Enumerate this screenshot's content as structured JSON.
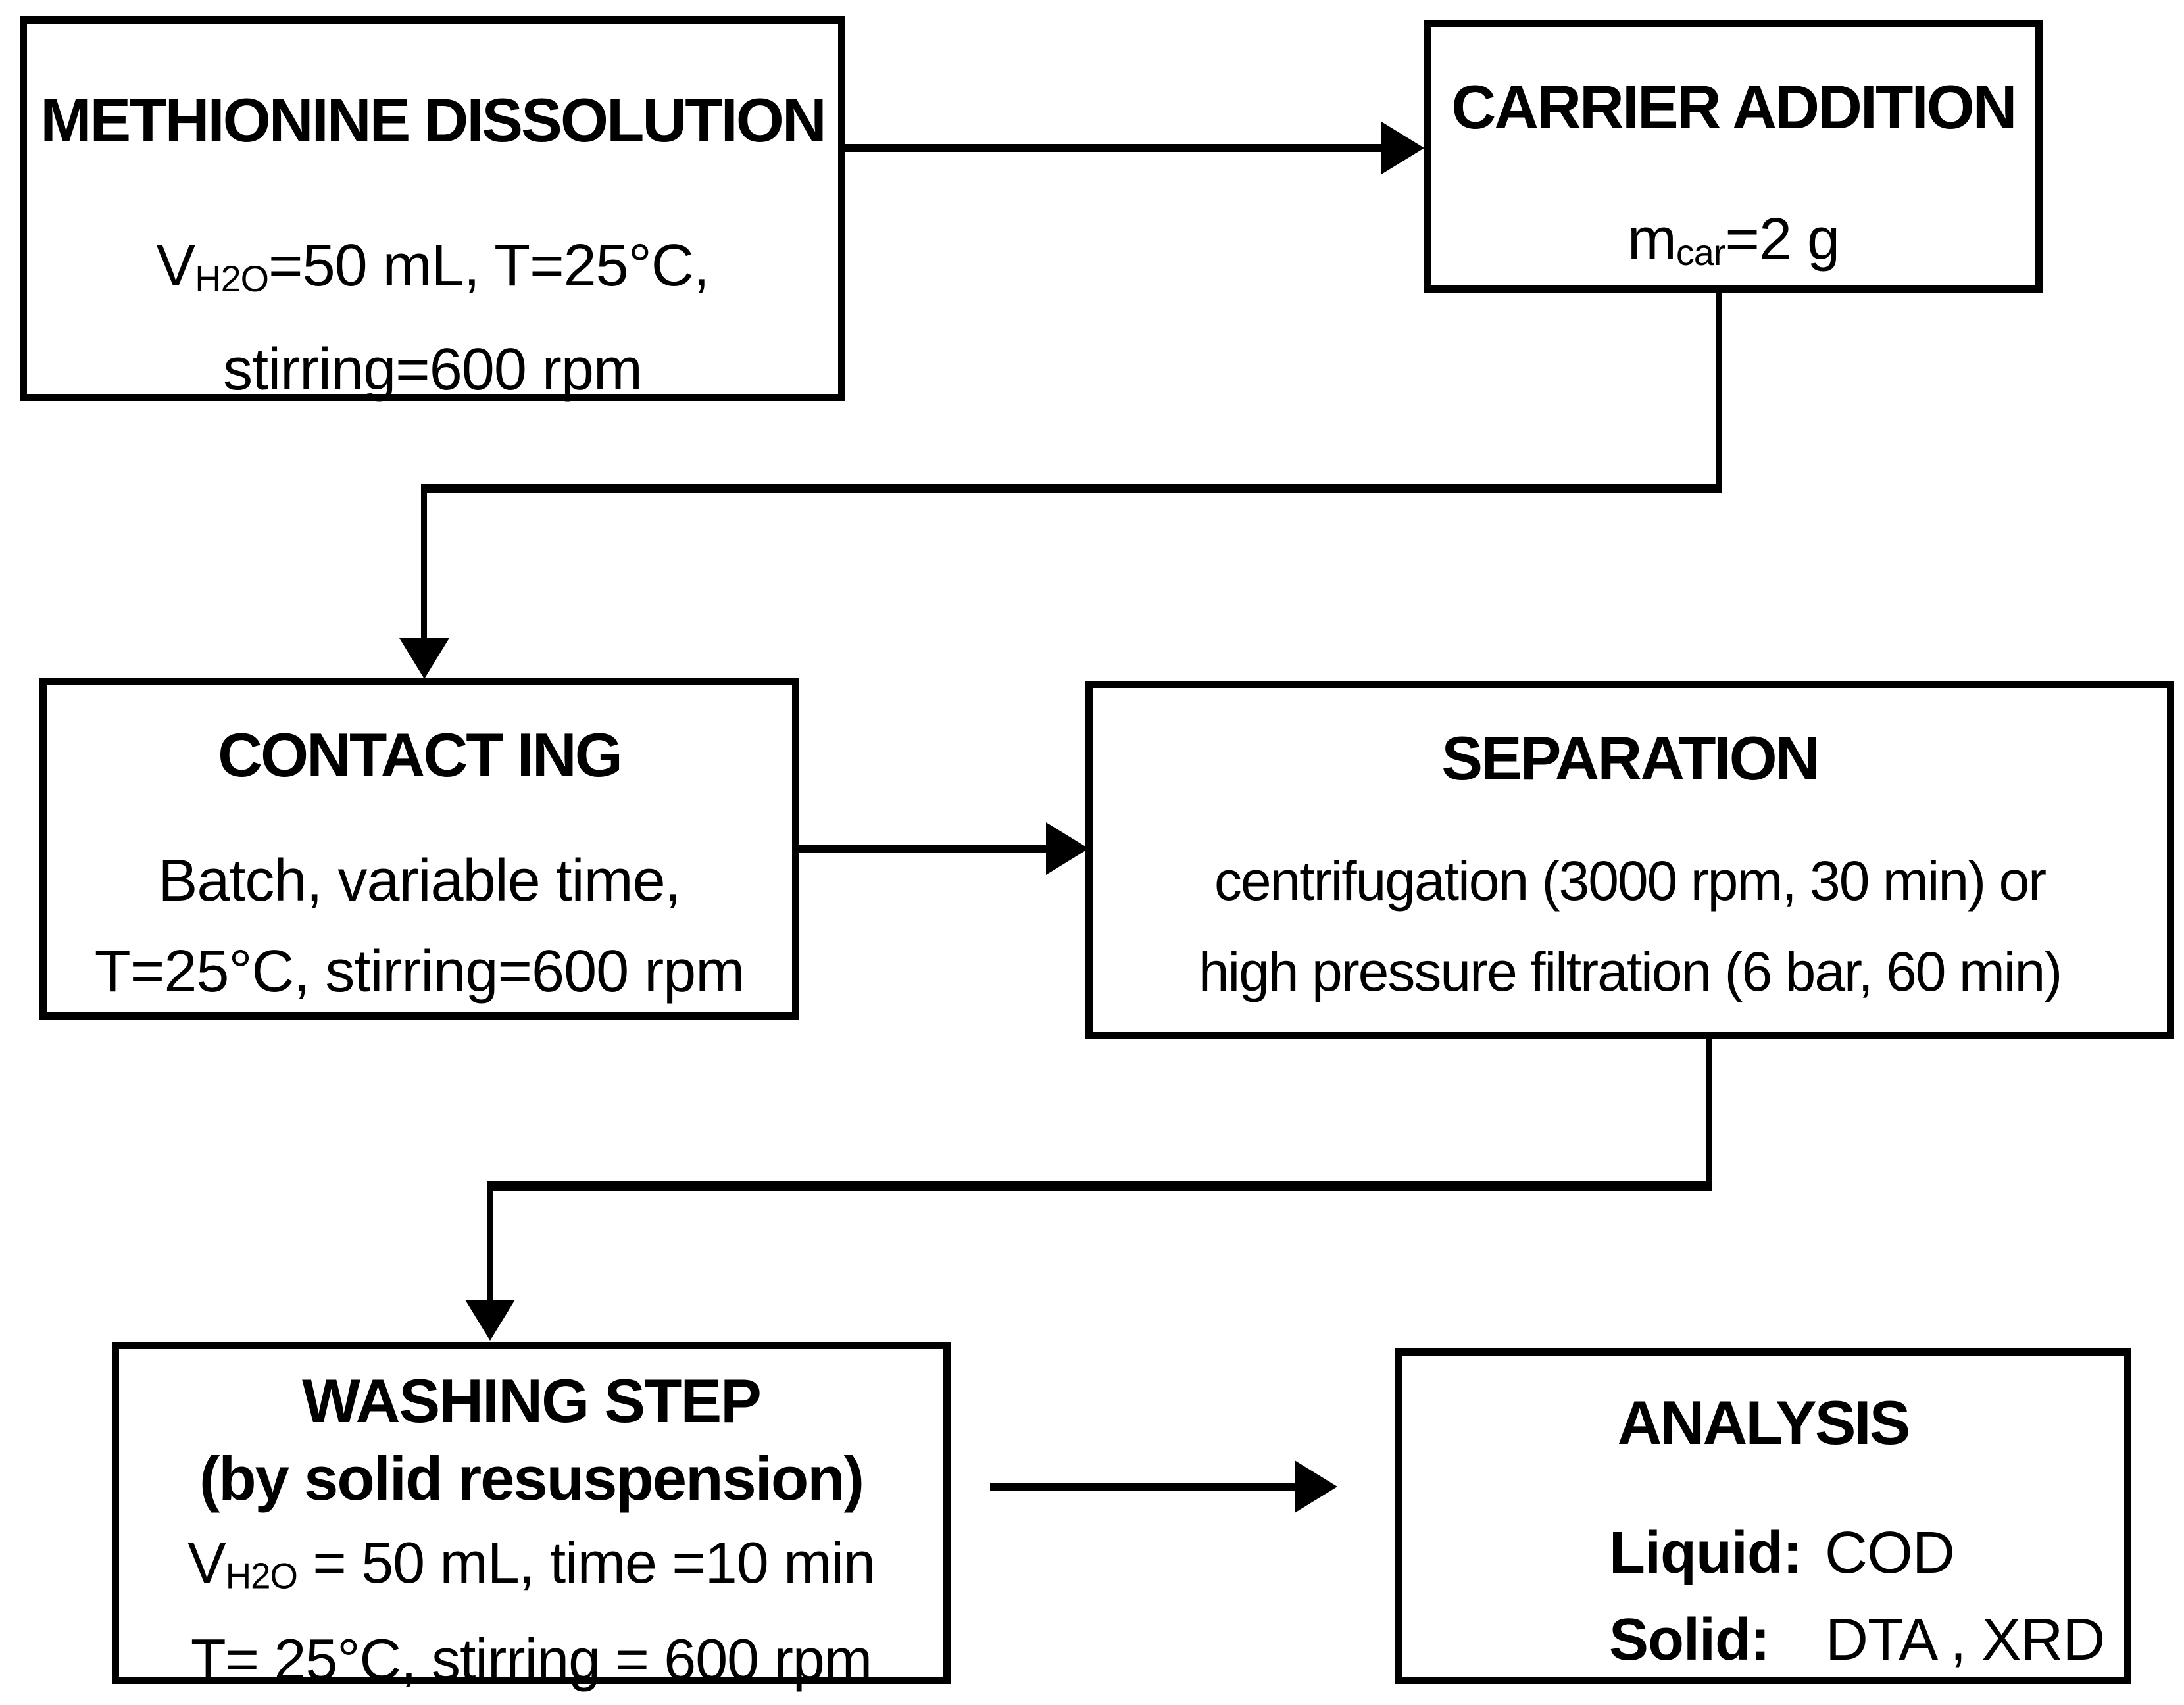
{
  "colors": {
    "background": "#ffffff",
    "line": "#000000",
    "text": "#000000"
  },
  "boxes": {
    "methionine_dissolution": {
      "title": "METHIONINE DISSOLUTION",
      "body1_pre": "V",
      "body1_sub": "H2O",
      "body1_post": "=50 mL, T=25°C,",
      "body2": "stirring=600 rpm"
    },
    "carrier_addition": {
      "title": "CARRIER ADDITION",
      "body_pre": "m",
      "body_sub": "car",
      "body_post": "=2 g"
    },
    "contacting": {
      "title": "CONTACT ING",
      "body1": "Batch, variable time,",
      "body2": "T=25°C, stirring=600 rpm"
    },
    "separation": {
      "title": "SEPARATION",
      "body1": "centrifugation (3000 rpm, 30 min) or",
      "body2": "high pressure filtration (6 bar, 60 min)"
    },
    "washing_step": {
      "title1": "WASHING STEP",
      "title2": "(by solid resuspension)",
      "body1_pre": "V",
      "body1_sub": "H2O",
      "body1_post": " = 50 mL, time =10 min",
      "body2": "T= 25°C, stirring = 600 rpm"
    },
    "analysis": {
      "title": "ANALYSIS",
      "liquid_label": "Liquid:",
      "liquid_value": "COD",
      "solid_label": "Solid:",
      "solid_value": "DTA , XRD"
    }
  },
  "connections": [
    {
      "from": "METHIONINE DISSOLUTION",
      "to": "CARRIER ADDITION",
      "type": "straight-right"
    },
    {
      "from": "CARRIER ADDITION",
      "to": "CONTACT ING",
      "type": "elbow-down-left-down"
    },
    {
      "from": "CONTACT ING",
      "to": "SEPARATION",
      "type": "straight-right"
    },
    {
      "from": "SEPARATION",
      "to": "WASHING STEP",
      "type": "elbow-down-left-down"
    },
    {
      "from": "WASHING STEP",
      "to": "ANALYSIS",
      "type": "straight-right"
    }
  ]
}
